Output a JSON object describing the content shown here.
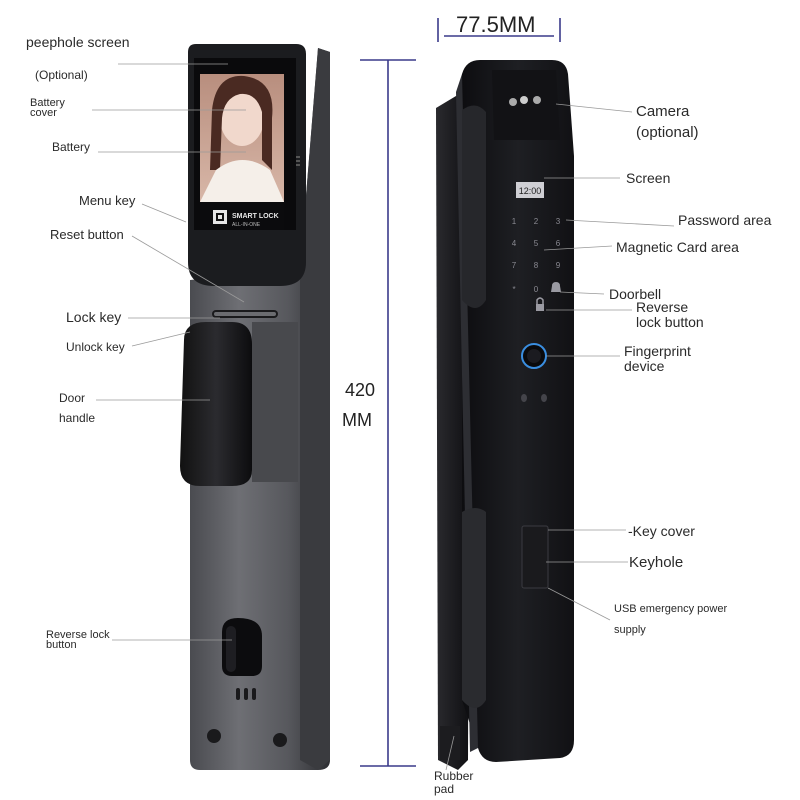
{
  "dimensions": {
    "width": "77.5MM",
    "height_value": "420",
    "height_unit": "MM"
  },
  "labels_left": {
    "peephole_screen": "peephole screen",
    "optional": "(Optional)",
    "battery_cover_1": "Battery",
    "battery_cover_2": "cover",
    "battery": "Battery",
    "menu_key": "Menu key",
    "reset_button": "Reset button",
    "lock_key": "Lock key",
    "unlock_key": "Unlock key",
    "door_handle_1": "Door",
    "door_handle_2": "handle",
    "reverse_lock_1": "Reverse lock",
    "reverse_lock_2": "button"
  },
  "labels_right": {
    "camera_1": "Camera",
    "camera_2": "(optional)",
    "screen": "Screen",
    "password_area": "Password area",
    "magnetic_card_area": "Magnetic Card area",
    "doorbell": "Doorbell",
    "reverse_lock_1": "Reverse",
    "reverse_lock_2": "lock button",
    "fingerprint_1": "Fingerprint",
    "fingerprint_2": "device",
    "key_cover": "-Key cover",
    "keyhole": "Keyhole",
    "usb_1": "USB emergency power",
    "usb_2": "supply",
    "rubber_pad_1": "Rubber",
    "rubber_pad_2": "pad"
  },
  "device": {
    "screen_text_1": "SMART LOCK",
    "screen_text_2": "ALL-IN-ONE",
    "clock": "12:00",
    "keypad": [
      "1",
      "2",
      "3",
      "4",
      "5",
      "6",
      "7",
      "8",
      "9",
      "*",
      "0",
      "#"
    ]
  },
  "colors": {
    "body": "#2b2c30",
    "front_panel": "#1a1a1d",
    "keypad_text": "#8a8a92",
    "fingerprint_ring": "#3a8ee0",
    "dimension_line": "#3a3a8a"
  }
}
